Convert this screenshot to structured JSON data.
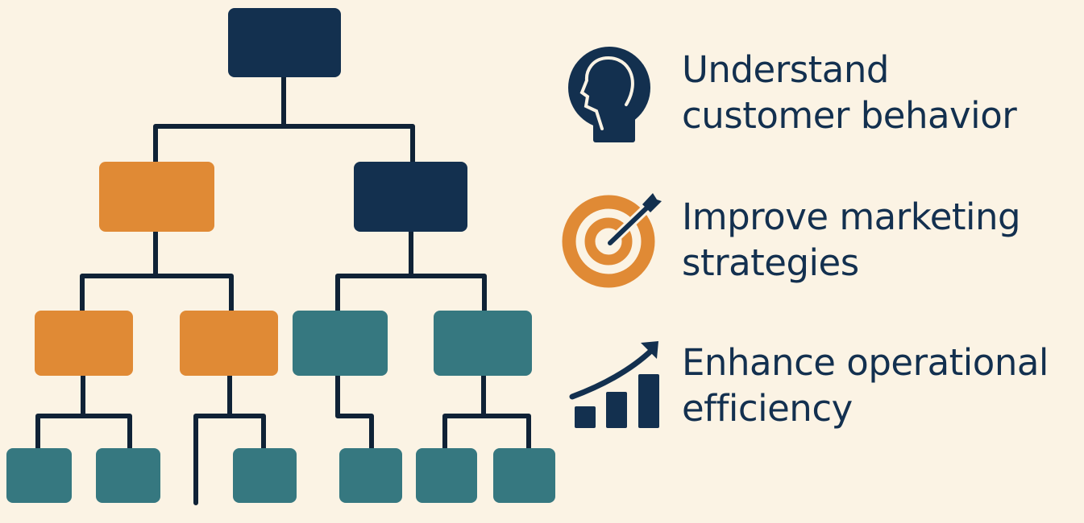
{
  "colors": {
    "navy": "#13304f",
    "orange": "#e08a35",
    "teal": "#367880",
    "line": "#0f2236",
    "background": "#fbf3e4"
  },
  "goals": [
    {
      "icon": "head-profile-icon",
      "line1": "Understand",
      "line2": "customer behavior"
    },
    {
      "icon": "target-arrow-icon",
      "line1": "Improve marketing",
      "line2": "strategies"
    },
    {
      "icon": "growth-chart-icon",
      "line1": "Enhance operational",
      "line2": "efficiency"
    }
  ]
}
